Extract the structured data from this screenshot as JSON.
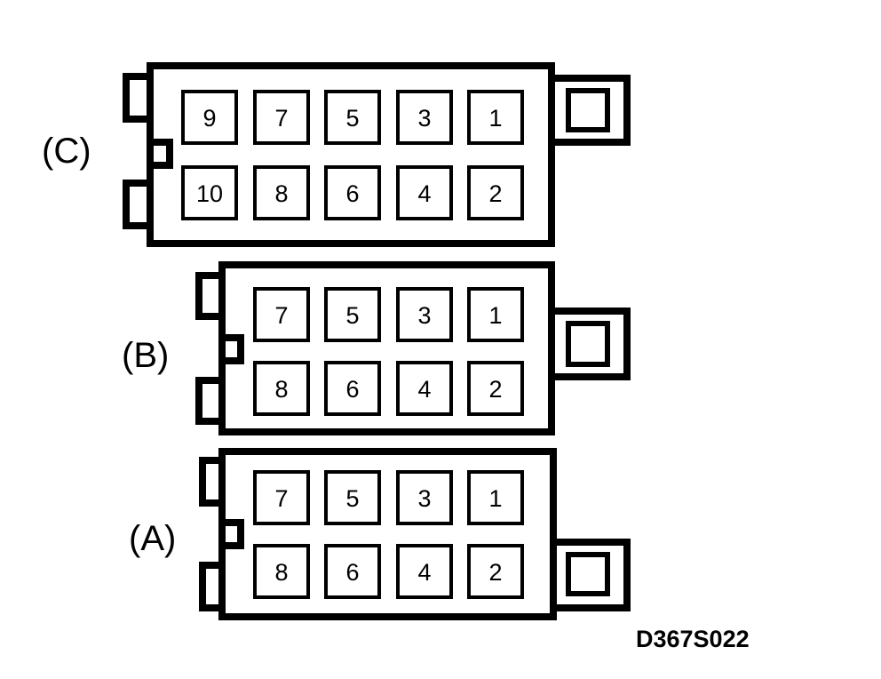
{
  "figure_id": "D367S022",
  "connectors": [
    {
      "label": "(C)",
      "top_row": [
        "9",
        "7",
        "5",
        "3",
        "1"
      ],
      "bottom_row": [
        "10",
        "8",
        "6",
        "4",
        "2"
      ],
      "latch_side": "top-right"
    },
    {
      "label": "(B)",
      "top_row": [
        "7",
        "5",
        "3",
        "1"
      ],
      "bottom_row": [
        "8",
        "6",
        "4",
        "2"
      ],
      "latch_side": "middle-right"
    },
    {
      "label": "(A)",
      "top_row": [
        "7",
        "5",
        "3",
        "1"
      ],
      "bottom_row": [
        "8",
        "6",
        "4",
        "2"
      ],
      "latch_side": "bottom-right"
    }
  ]
}
